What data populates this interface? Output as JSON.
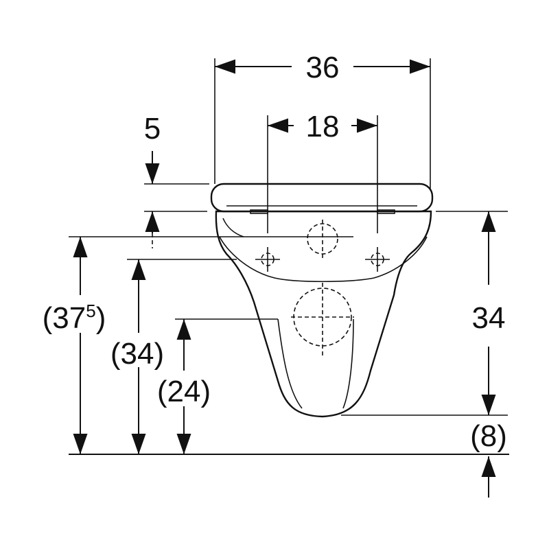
{
  "dimensions": {
    "overall_width": "36",
    "fixing_spacing": "18",
    "seat_offset": "5",
    "height_right": "34",
    "floor_gap": "(8)",
    "height_pan_top_prefix": "(37",
    "height_pan_top_sup": "5",
    "height_pan_top_suffix": ")",
    "height_fixings": "(34)",
    "height_outlet": "(24)"
  },
  "colors": {
    "line": "#111111",
    "background": "#ffffff"
  }
}
